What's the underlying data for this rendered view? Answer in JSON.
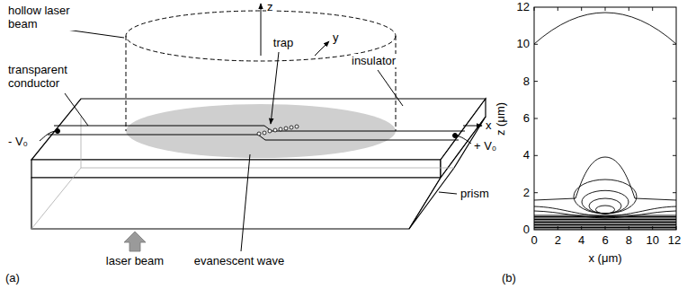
{
  "diagram": {
    "labels": [
      "hollow laser beam",
      "z",
      "trap",
      "y",
      "insulator",
      "transparent conductor",
      "- V₀",
      "+ V₀",
      "x",
      "prism",
      "laser beam",
      "evanescent wave",
      "(a)",
      "(b)",
      "12",
      "10",
      "8",
      "6",
      "4",
      "2",
      "0",
      "0",
      "2",
      "4",
      "6",
      "8",
      "10",
      "12",
      "z (μm)",
      "x (μm)"
    ]
  }
}
